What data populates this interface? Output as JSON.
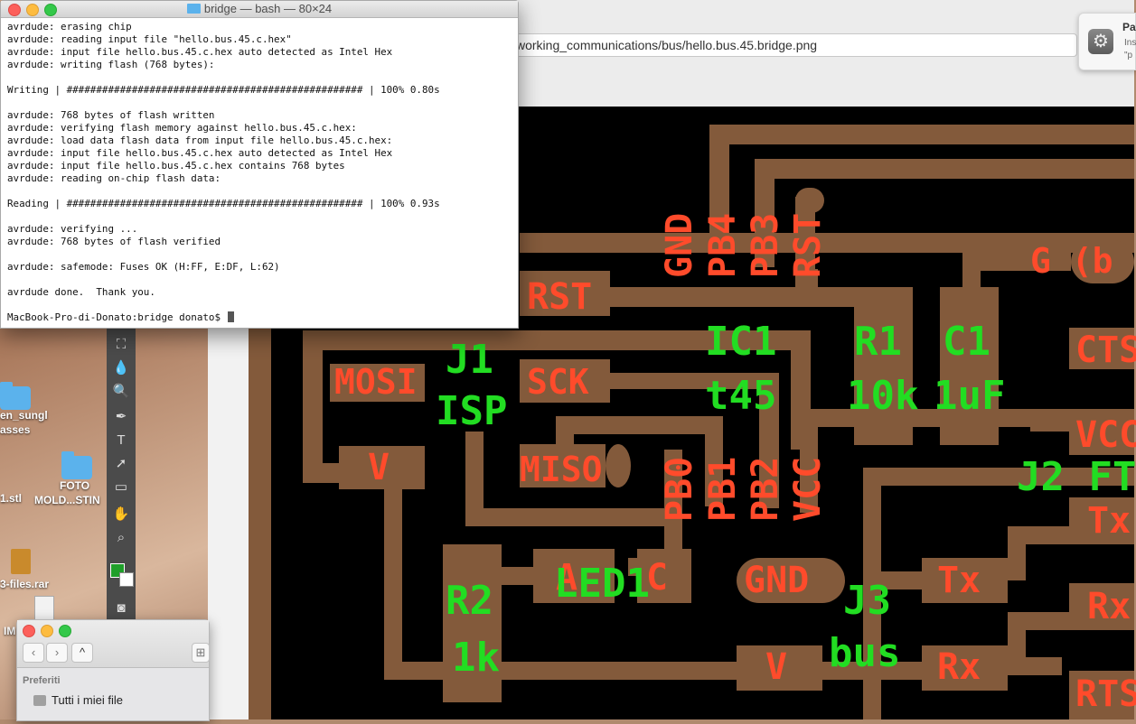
{
  "terminal": {
    "title": "bridge — bash — 80×24",
    "lines": [
      "avrdude: erasing chip",
      "avrdude: reading input file \"hello.bus.45.c.hex\"",
      "avrdude: input file hello.bus.45.c.hex auto detected as Intel Hex",
      "avrdude: writing flash (768 bytes):",
      "",
      "Writing | ################################################## | 100% 0.80s",
      "",
      "avrdude: 768 bytes of flash written",
      "avrdude: verifying flash memory against hello.bus.45.c.hex:",
      "avrdude: load data flash data from input file hello.bus.45.c.hex:",
      "avrdude: input file hello.bus.45.c.hex auto detected as Intel Hex",
      "avrdude: input file hello.bus.45.c.hex contains 768 bytes",
      "avrdude: reading on-chip flash data:",
      "",
      "Reading | ################################################## | 100% 0.93s",
      "",
      "avrdude: verifying ...",
      "avrdude: 768 bytes of flash verified",
      "",
      "avrdude: safemode: Fuses OK (H:FF, E:DF, L:62)",
      "",
      "avrdude done.  Thank you.",
      ""
    ],
    "prompt": "MacBook-Pro-di-Donato:bridge donato$ "
  },
  "browser": {
    "url": "working_communications/bus/hello.bus.45.bridge.png"
  },
  "notification": {
    "title": "Pa",
    "line1": "Ins",
    "line2": "\"p"
  },
  "board": {
    "pad_labels": {
      "gnd_top": "GND",
      "pb4": "PB4",
      "pb3": "PB3",
      "rst_pin": "RST",
      "rst_pad": "RST",
      "mosi": "MOSI",
      "sck": "SCK",
      "miso": "MISO",
      "v_left": "V",
      "pb0": "PB0",
      "pb1": "PB1",
      "pb2": "PB2",
      "vcc": "VCC",
      "gnd_mid": "GND",
      "v_bottom": "V",
      "tx_j3": "Tx",
      "rx_j3": "Rx",
      "g_b": "G (b",
      "cts": "CTS",
      "vcc_right": "VCC",
      "tx_right": "Tx",
      "rx_right": "Rx",
      "rts": "RTS",
      "led_a": "A",
      "led_c": "C"
    },
    "part_labels": {
      "ic1": "IC1",
      "t45": "t45",
      "r1": "R1",
      "r1_value": "10k",
      "c1": "C1",
      "c1_value": "1uF",
      "j1": "J1",
      "j1_name": "ISP",
      "r2": "R2",
      "r2_value": "1k",
      "led1": "LED1",
      "j3": "J3",
      "j3_name": "bus",
      "j2": "J2 FT"
    },
    "colors": {
      "background": "#000000",
      "copper": "#835a3b",
      "pad_label": "#ff4b2b",
      "part_label": "#22dd22"
    }
  },
  "desktop": {
    "items": [
      {
        "label": "en_sungl"
      },
      {
        "label": "asses"
      },
      {
        "label": "FOTO"
      },
      {
        "label": "MOLD...STIN"
      },
      {
        "label": "1.stl"
      },
      {
        "label": "3-files.rar"
      },
      {
        "label": "IM"
      }
    ]
  },
  "photoshop_tools": [
    "paint-bucket-icon",
    "blur-icon",
    "dodge-icon",
    "pen-icon",
    "type-icon",
    "path-select-icon",
    "rectangle-icon",
    "hand-icon",
    "zoom-icon"
  ],
  "finder": {
    "section": "Preferiti",
    "item": "Tutti i miei file"
  }
}
